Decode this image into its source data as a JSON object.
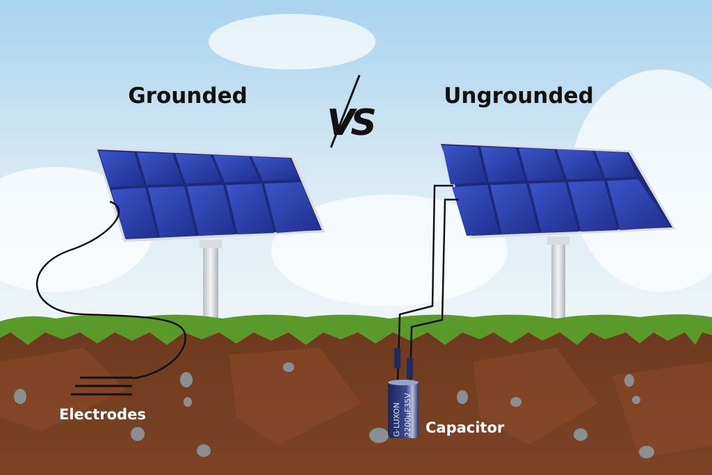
{
  "titles": {
    "left": "Grounded",
    "right": "Ungrounded",
    "versus": "VS"
  },
  "labels": {
    "electrodes": "Electrodes",
    "capacitor": "Capacitor"
  },
  "capacitor_marking": {
    "brand": "G·LUXON",
    "rating": "2200µF35V"
  },
  "colors": {
    "sky": "#cfe6f2",
    "grass": "#5a9a2a",
    "soil": "#7a3f22",
    "panel": "#2b3fa8",
    "frame": "#d9dde2"
  }
}
